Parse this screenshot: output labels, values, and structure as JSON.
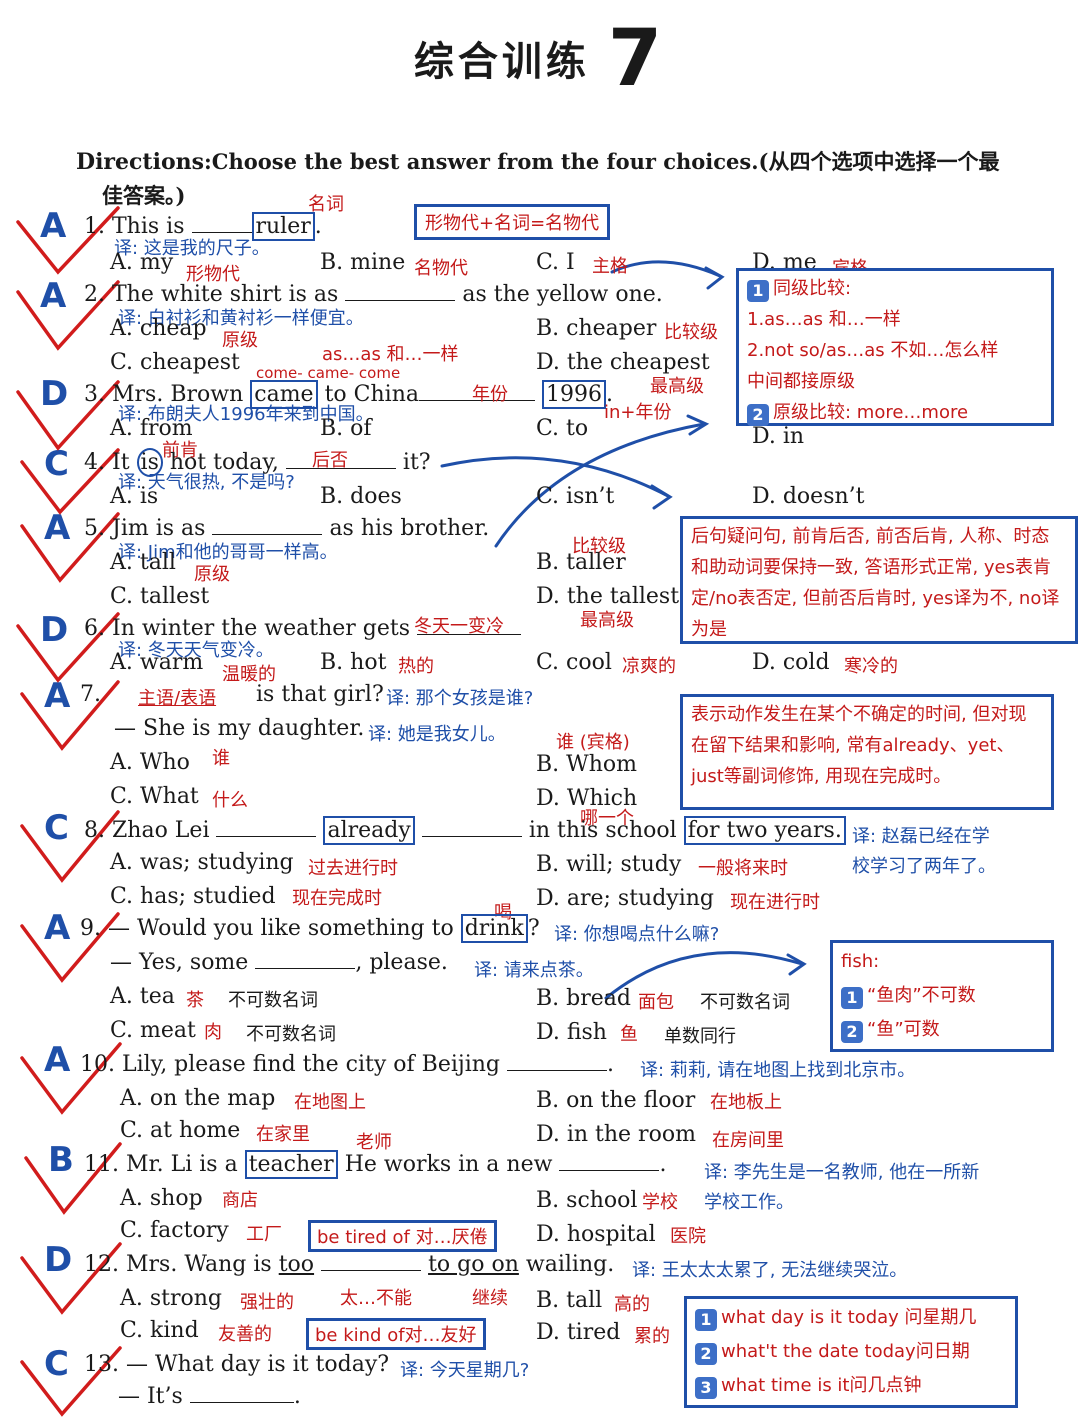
{
  "title": {
    "text": "综合训练",
    "number": "7"
  },
  "directions": {
    "label": "Directions",
    "text": ":Choose the best answer from the four choices.(从四个选项中选择一个最",
    "text2": "佳答案。)"
  },
  "answers": [
    "A",
    "A",
    "D",
    "C",
    "A",
    "D",
    "A",
    "C",
    "A",
    "A",
    "B",
    "D",
    "C"
  ],
  "q1": {
    "num": "1.",
    "stem": "This is",
    "word": "ruler",
    "end": ".",
    "trans": "译: 这是我的尺子。",
    "note_word": "名词",
    "box": "形物代+名词=名物代",
    "a": "A. my",
    "a_note": "形物代",
    "b": "B. mine",
    "b_note": "名物代",
    "c": "C. I",
    "c_note": "主格",
    "d": "D. me",
    "d_note": "宾格"
  },
  "q2": {
    "num": "2.",
    "stem": "The white shirt is as",
    "end": "as the yellow one.",
    "trans": "译: 白衬衫和黄衬衫一样便宜。",
    "a": "A. cheap",
    "a_note": "原级",
    "b": "B. cheaper",
    "b_note": "比较级",
    "c": "C. cheapest",
    "c_note": "as…as 和…一样",
    "d": "D. the cheapest",
    "d_note": "最高级"
  },
  "note_box1": {
    "l1": "同级比较:",
    "l2": "1.as…as 和…一样",
    "l3": "2.not so/as…as 不如…怎么样",
    "l4": "中间都接原级",
    "l5": "原级比较: more…more",
    "b1": "1",
    "b2": "2"
  },
  "q3": {
    "num": "3.",
    "stem": "Mrs. Brown",
    "word": "came",
    "mid": "to China",
    "year": "1996",
    "end": ".",
    "note_came": "come- came- come",
    "note_year": "年份",
    "note_in": "in+年份",
    "trans": "译: 布朗夫人1996年来到中国。",
    "a": "A. from",
    "b": "B. of",
    "c": "C. to",
    "d": "D. in"
  },
  "q4": {
    "num": "4.",
    "pre": "It",
    "is": "is",
    "stem": "hot today,",
    "end": "it?",
    "note1": "前肯",
    "note2": "后否",
    "trans": "译: 天气很热, 不是吗?",
    "a": "A. is",
    "b": "B. does",
    "c": "C. isn’t",
    "d": "D. doesn’t"
  },
  "note_box2": {
    "text": "后句疑问句, 前肯后否, 前否后肯, 人称、时态和助动词要保持一致, 答语形式正常, yes表肯定/no表否定, 但前否后肯时, yes译为不, no译为是"
  },
  "q5": {
    "num": "5.",
    "stem": "Jim is as",
    "end": "as his brother.",
    "trans": "译: Jim和他的哥哥一样高。",
    "a": "A. tall",
    "a_note": "原级",
    "b": "B. taller",
    "b_note": "比较级",
    "c": "C. tallest",
    "d": "D. the tallest",
    "d_note": "最高级"
  },
  "q6": {
    "num": "6.",
    "stem": "In winter the weather gets",
    "note": "冬天一变冷",
    "trans": "译: 冬天天气变冷。",
    "a": "A. warm",
    "a_note": "温暖的",
    "b": "B. hot",
    "b_note": "热的",
    "c": "C. cool",
    "c_note": "凉爽的",
    "d": "D. cold",
    "d_note": "寒冷的"
  },
  "q7": {
    "num": "7.",
    "note": "主语/表语",
    "stem": "is that girl?",
    "trans": "译: 那个女孩是谁?",
    "reply": "— She is my daughter.",
    "reply_trans": "译: 她是我女儿。",
    "a": "A. Who",
    "a_note": "谁",
    "b": "B. Whom",
    "b_note": "谁 (宾格)",
    "c": "C. What",
    "c_note": "什么",
    "d": "D. Which",
    "d_note": "哪一个"
  },
  "note_box3": {
    "text": "表示动作发生在某个不确定的时间, 但对现在留下结果和影响, 常有already、yet、just等副词修饰, 用现在完成时。"
  },
  "q8": {
    "num": "8.",
    "stem": "Zhao Lei",
    "word": "already",
    "mid": "in this school",
    "box": "for two years.",
    "trans1": "译: 赵磊已经在学",
    "trans2": "校学习了两年了。",
    "a": "A. was; studying",
    "a_note": "过去进行时",
    "b": "B. will; study",
    "b_note": "一般将来时",
    "c": "C. has; studied",
    "c_note": "现在完成时",
    "d": "D. are; studying",
    "d_note": "现在进行时"
  },
  "q9": {
    "num": "9.",
    "stem": "— Would you like something to",
    "word": "drink",
    "end": "?",
    "note_word": "喝",
    "trans": "译: 你想喝点什么嘛?",
    "reply": "— Yes, some",
    "reply_end": ", please.",
    "reply_trans": "译: 请来点茶。",
    "a": "A. tea",
    "a_note": "茶",
    "a_note2": "不可数名词",
    "b": "B. bread",
    "b_note": "面包",
    "b_note2": "不可数名词",
    "c": "C. meat",
    "c_note": "肉",
    "c_note2": "不可数名词",
    "d": "D. fish",
    "d_note": "鱼",
    "d_note2": "单数同行"
  },
  "note_box4": {
    "l1": "fish:",
    "l2": "“鱼肉”不可数",
    "l3": "“鱼”可数",
    "b1": "1",
    "b2": "2"
  },
  "q10": {
    "num": "10.",
    "stem": "Lily, please find the city of Beijing",
    "end": ".",
    "trans": "译: 莉莉, 请在地图上找到北京市。",
    "a": "A. on the map",
    "a_note": "在地图上",
    "b": "B. on the floor",
    "b_note": "在地板上",
    "c": "C. at home",
    "c_note": "在家里",
    "d": "D. in the room",
    "d_note": "在房间里"
  },
  "q11": {
    "num": "11.",
    "stem": "Mr. Li is a",
    "word": "teacher",
    "mid": "He works in a new",
    "end": ".",
    "note_word": "老师",
    "trans1": "译: 李先生是一名教师, 他在一所新",
    "trans2": "学校工作。",
    "a": "A. shop",
    "a_note": "商店",
    "b": "B. school",
    "b_note": "学校",
    "c": "C. factory",
    "c_note": "工厂",
    "box": "be tired of 对…厌倦",
    "d": "D. hospital",
    "d_note": "医院"
  },
  "q12": {
    "num": "12.",
    "stem": "Mrs. Wang is",
    "word": "too",
    "mid": "to go on",
    "end": "wailing.",
    "trans": "译: 王太太太累了, 无法继续哭泣。",
    "a": "A. strong",
    "a_note": "强壮的",
    "note_too": "太…不能",
    "note_goon": "继续",
    "b": "B. tall",
    "b_note": "高的",
    "c": "C. kind",
    "c_note": "友善的",
    "box": "be kind of对…友好",
    "d": "D. tired",
    "d_note": "累的"
  },
  "note_box5": {
    "l1": "what day is it today 问星期几",
    "l2": "what't the date today问日期",
    "l3": "what time is it问几点钟",
    "b1": "1",
    "b2": "2",
    "b3": "3"
  },
  "q13": {
    "num": "13.",
    "stem": "— What day is it today?",
    "trans": "译: 今天星期几?",
    "reply": "— It’s",
    "end": "."
  }
}
